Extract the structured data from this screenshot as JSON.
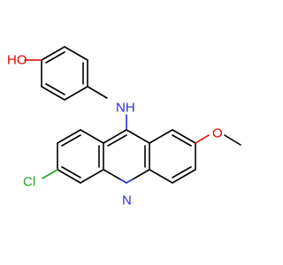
{
  "molecule": {
    "atoms": {
      "oh": "HO",
      "nh": "NH",
      "n_ring": "N",
      "cl": "Cl",
      "o_methoxy": "O"
    },
    "colors": {
      "carbon": "#000000",
      "oxygen": "#e00000",
      "nitrogen": "#2b2bd6",
      "chlorine": "#21a321"
    }
  }
}
